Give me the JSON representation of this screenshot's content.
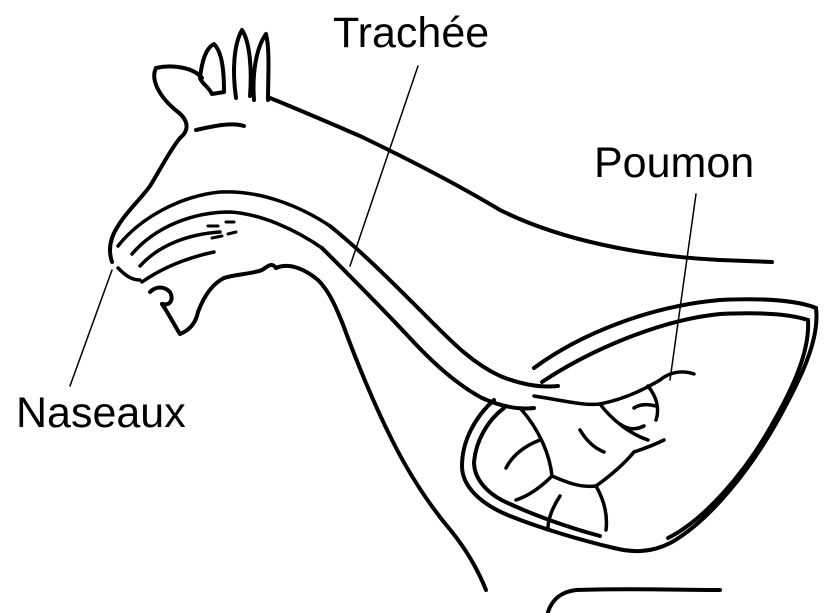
{
  "labels": {
    "trachea": "Trachée",
    "lung": "Poumon",
    "nostrils": "Naseaux"
  },
  "colors": {
    "ink": "#000000",
    "background": "#ffffff"
  }
}
